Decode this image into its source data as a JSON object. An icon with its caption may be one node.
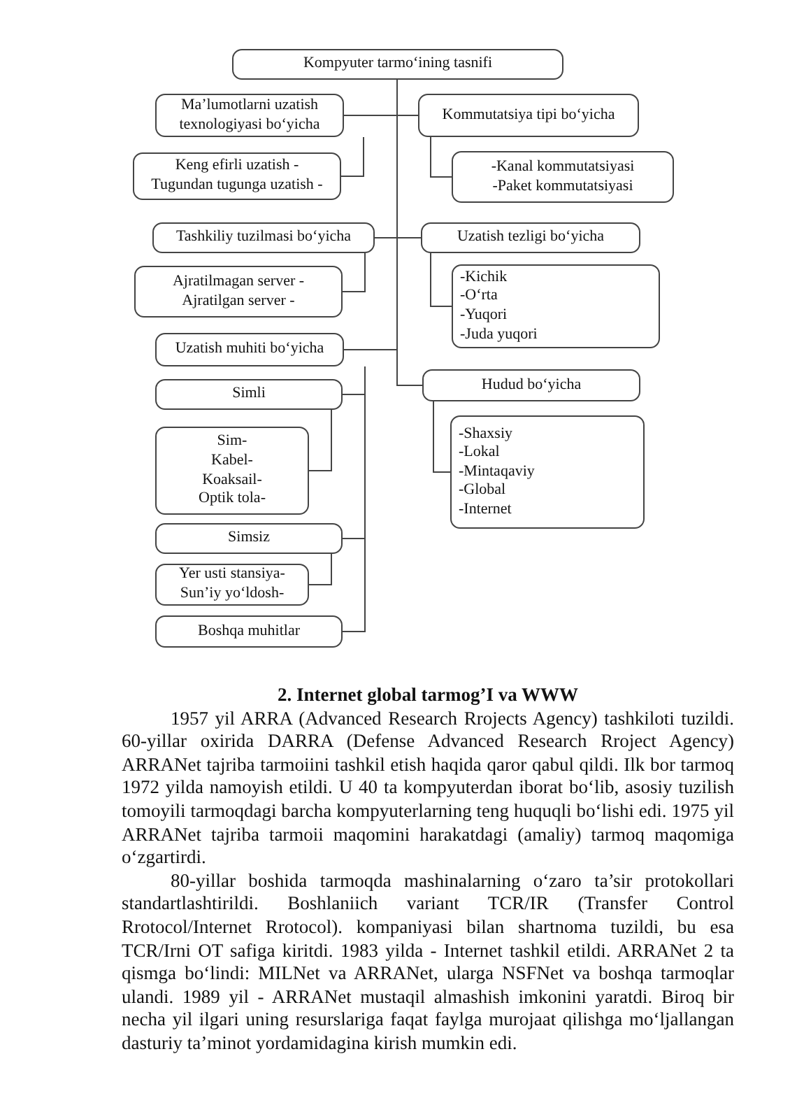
{
  "diagram": {
    "nodes": [
      {
        "text": [
          "Kompyuter tarmo‘ining tasnifi"
        ]
      },
      {
        "text": [
          "Ma’lumotlarni uzatish texnologiyasi bo‘yicha"
        ]
      },
      {
        "text": [
          "Kommutatsiya tipi bo‘yicha"
        ]
      },
      {
        "text": [
          "Keng efirli uzatish -",
          "Tugundan tugunga uzatish -"
        ]
      },
      {
        "text": [
          "-Kanal kommutatsiyasi",
          "-Paket kommutatsiyasi"
        ]
      },
      {
        "text": [
          "Tashkiliy tuzilmasi bo‘yicha"
        ]
      },
      {
        "text": [
          "Uzatish tezligi bo‘yicha"
        ]
      },
      {
        "text": [
          "Ajratilmagan server -",
          "Ajratilgan server -"
        ]
      },
      {
        "text": [
          "-Kichik",
          "-O‘rta",
          "-Yuqori",
          "-Juda yuqori"
        ]
      },
      {
        "text": [
          "Uzatish muhiti bo‘yicha"
        ]
      },
      {
        "text": [
          "Hudud bo‘yicha"
        ]
      },
      {
        "text": [
          "Simli"
        ]
      },
      {
        "text": [
          "-Shaxsiy",
          "-Lokal",
          "-Mintaqaviy",
          "-Global",
          "-Internet"
        ]
      },
      {
        "text": [
          "Sim-",
          "Kabel-",
          "Koaksail-",
          "Optik tola-"
        ]
      },
      {
        "text": [
          "Simsiz"
        ]
      },
      {
        "text": [
          "Yer usti stansiya-",
          "Sun’iy yo‘ldosh-"
        ]
      },
      {
        "text": [
          "Boshqa muhitlar"
        ]
      }
    ],
    "edges": [
      {
        "from": 0,
        "to": 1,
        "arrow": "none"
      },
      {
        "from": 0,
        "to": 2,
        "arrow": "none"
      },
      {
        "from": 1,
        "to": 3,
        "arrow": "none"
      },
      {
        "from": 2,
        "to": 4,
        "arrow": "none"
      },
      {
        "from": 0,
        "to": 5,
        "arrow": "none"
      },
      {
        "from": 0,
        "to": 6,
        "arrow": "none"
      },
      {
        "from": 5,
        "to": 7,
        "arrow": "none"
      },
      {
        "from": 6,
        "to": 8,
        "arrow": "none"
      },
      {
        "from": 0,
        "to": 9,
        "arrow": "none"
      },
      {
        "from": 0,
        "to": 10,
        "arrow": "none"
      },
      {
        "from": 9,
        "to": 11,
        "arrow": "none"
      },
      {
        "from": 10,
        "to": 12,
        "arrow": "none"
      },
      {
        "from": 11,
        "to": 13,
        "arrow": "none"
      },
      {
        "from": 9,
        "to": 14,
        "arrow": "none"
      },
      {
        "from": 14,
        "to": 15,
        "arrow": "none"
      },
      {
        "from": 9,
        "to": 16,
        "arrow": "none"
      }
    ],
    "labels": [
      "2. Internet global tarmog’I va WWW",
      "1957 yil ARRA (Advanced Research Rrojects Agency) tashkiloti tuzildi. 60-yillar oxirida DARRA (Defense Advanced Research Rroject Agency) ARRANet tajriba tarmoiini tashkil etish haqida qaror qabul qildi. Ilk bor tarmoq 1972 yilda namoyish etildi. U 40 ta kompyuterdan iborat bo‘lib, asosiy tuzilish tomoyili tarmoqdagi barcha kompyuterlarning teng huquqli bo‘lishi edi. 1975 yil ARRANet tajriba tarmoii maqomini harakatdagi (amaliy) tarmoq maqomiga o‘zgartirdi.",
      "80-yillar boshida tarmoqda mashinalarning o‘zaro ta’sir protokollari standartlashtirildi. Boshlaniich variant TCR/IR (Transfer Control Rrotocol/Internet Rrotocol). kompaniyasi bilan shartnoma tuzildi, bu esa TCR/Irni OT safiga kiritdi. 1983 yilda - Internet tashkil etildi. ARRANet 2 ta qismga bo‘lindi: MILNet va ARRANet, ularga NSFNet va boshqa tarmoqlar ulandi. 1989 yil - ARRANet mustaqil almashish imkonini yaratdi. Biroq bir necha yil ilgari uning resurslariga faqat faylga murojaat qilishga mo‘ljallangan dasturiy ta’minot yordamidagina kirish mumkin edi."
    ]
  }
}
